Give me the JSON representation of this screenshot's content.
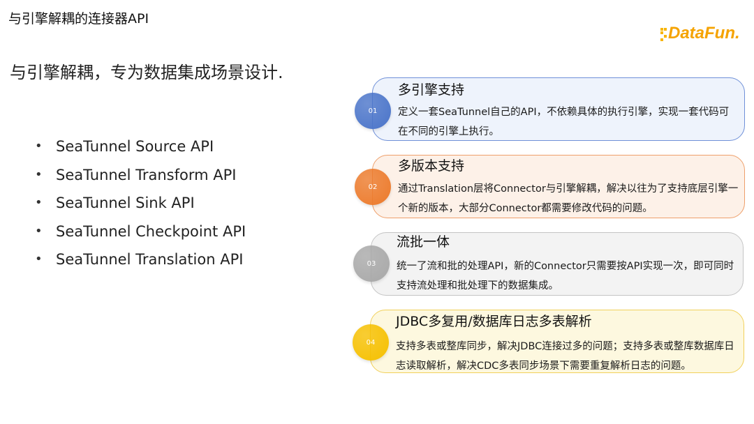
{
  "page": {
    "title": "与引擎解耦的连接器API",
    "subtitle": "与引擎解耦，专为数据集成场景设计."
  },
  "logo": {
    "text": "DataFun.",
    "colors": [
      "#f7b500",
      "#ef7d00"
    ]
  },
  "api_list": [
    "SeaTunnel Source API",
    "SeaTunnel Transform API",
    "SeaTunnel Sink API",
    "SeaTunnel Checkpoint API",
    "SeaTunnel Translation API"
  ],
  "bullet_char": "•",
  "features": [
    {
      "number": "01",
      "title": "多引擎支持",
      "description": "定义一套SeaTunnel自己的API，不依赖具体的执行引擎，实现一套代码可在不同的引擎上执行。",
      "accent": "#4a74c9",
      "border": "#6f90d8",
      "fill": "#eef3fc"
    },
    {
      "number": "02",
      "title": "多版本支持",
      "description": "通过Translation层将Connector与引擎解耦，解决以往为了支持底层引擎一个新的版本，大部分Connector都需要修改代码的问题。",
      "accent": "#ec7a2b",
      "border": "#ee9f6a",
      "fill": "#fdf1e8"
    },
    {
      "number": "03",
      "title": "流批一体",
      "description": "统一了流和批的处理API，新的Connector只需要按API实现一次，即可同时支持流处理和批处理下的数据集成。",
      "accent": "#a8a8a8",
      "border": "#c4c4c4",
      "fill": "#f3f3f3"
    },
    {
      "number": "04",
      "title": "JDBC多复用/数据库日志多表解析",
      "description": "支持多表或整库同步，解决JDBC连接过多的问题；支持多表或整库数据库日志读取解析，解决CDC多表同步场景下需要重复解析日志的问题。",
      "accent": "#f6c000",
      "border": "#f1d05a",
      "fill": "#fdf8df"
    }
  ]
}
